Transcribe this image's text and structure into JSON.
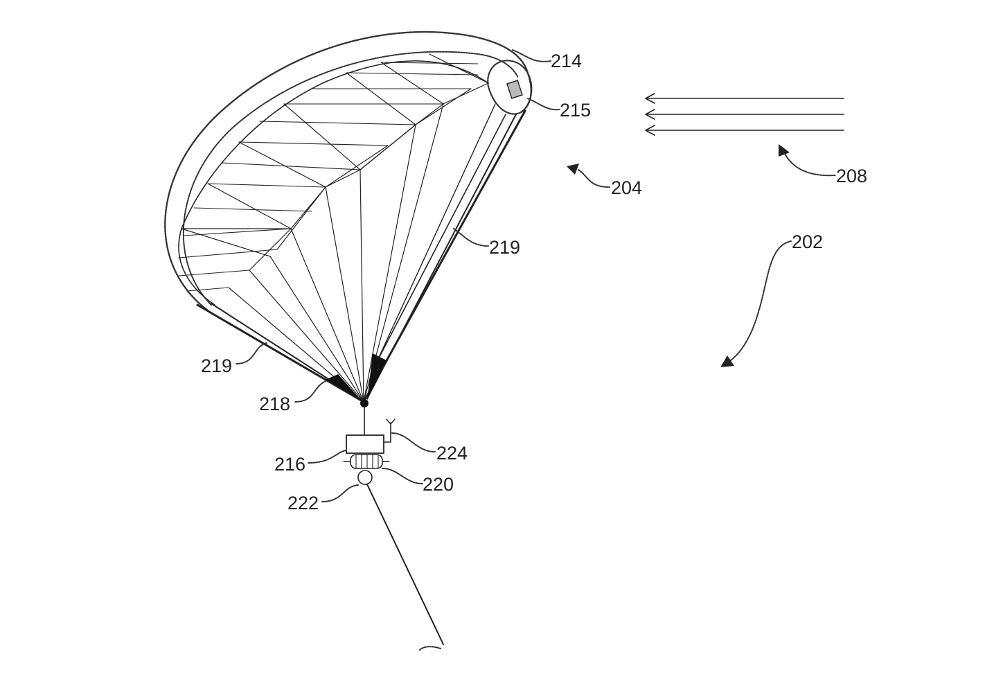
{
  "figure": {
    "labels": {
      "canopy": "214",
      "sensor": "215",
      "kite": "204",
      "wind": "208",
      "system": "202",
      "lines_right": "219",
      "lines_left": "219",
      "bridle_point": "218",
      "control_pod": "216",
      "antenna": "224",
      "winch": "220",
      "tether_pulley": "222"
    }
  }
}
